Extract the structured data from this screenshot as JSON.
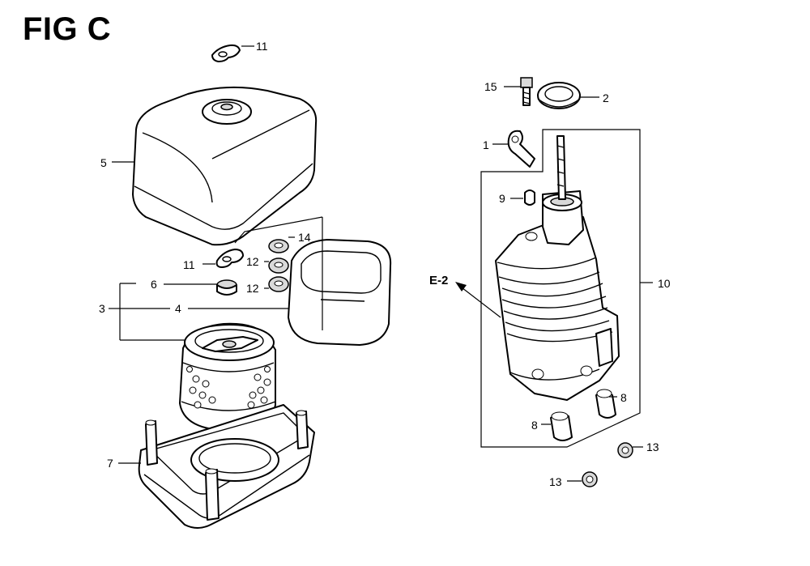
{
  "figure": {
    "title": "FIG C",
    "reference_label": "E-2"
  },
  "callouts": [
    {
      "id": "c11a",
      "text": "11"
    },
    {
      "id": "c5",
      "text": "5"
    },
    {
      "id": "c11b",
      "text": "11"
    },
    {
      "id": "c14",
      "text": "14"
    },
    {
      "id": "c12a",
      "text": "12"
    },
    {
      "id": "c12b",
      "text": "12"
    },
    {
      "id": "c6",
      "text": "6"
    },
    {
      "id": "c3",
      "text": "3"
    },
    {
      "id": "c4",
      "text": "4"
    },
    {
      "id": "c7",
      "text": "7"
    },
    {
      "id": "c15",
      "text": "15"
    },
    {
      "id": "c2",
      "text": "2"
    },
    {
      "id": "c1",
      "text": "1"
    },
    {
      "id": "c9",
      "text": "9"
    },
    {
      "id": "c10",
      "text": "10"
    },
    {
      "id": "c8a",
      "text": "8"
    },
    {
      "id": "c8b",
      "text": "8"
    },
    {
      "id": "c13a",
      "text": "13"
    },
    {
      "id": "c13b",
      "text": "13"
    }
  ]
}
